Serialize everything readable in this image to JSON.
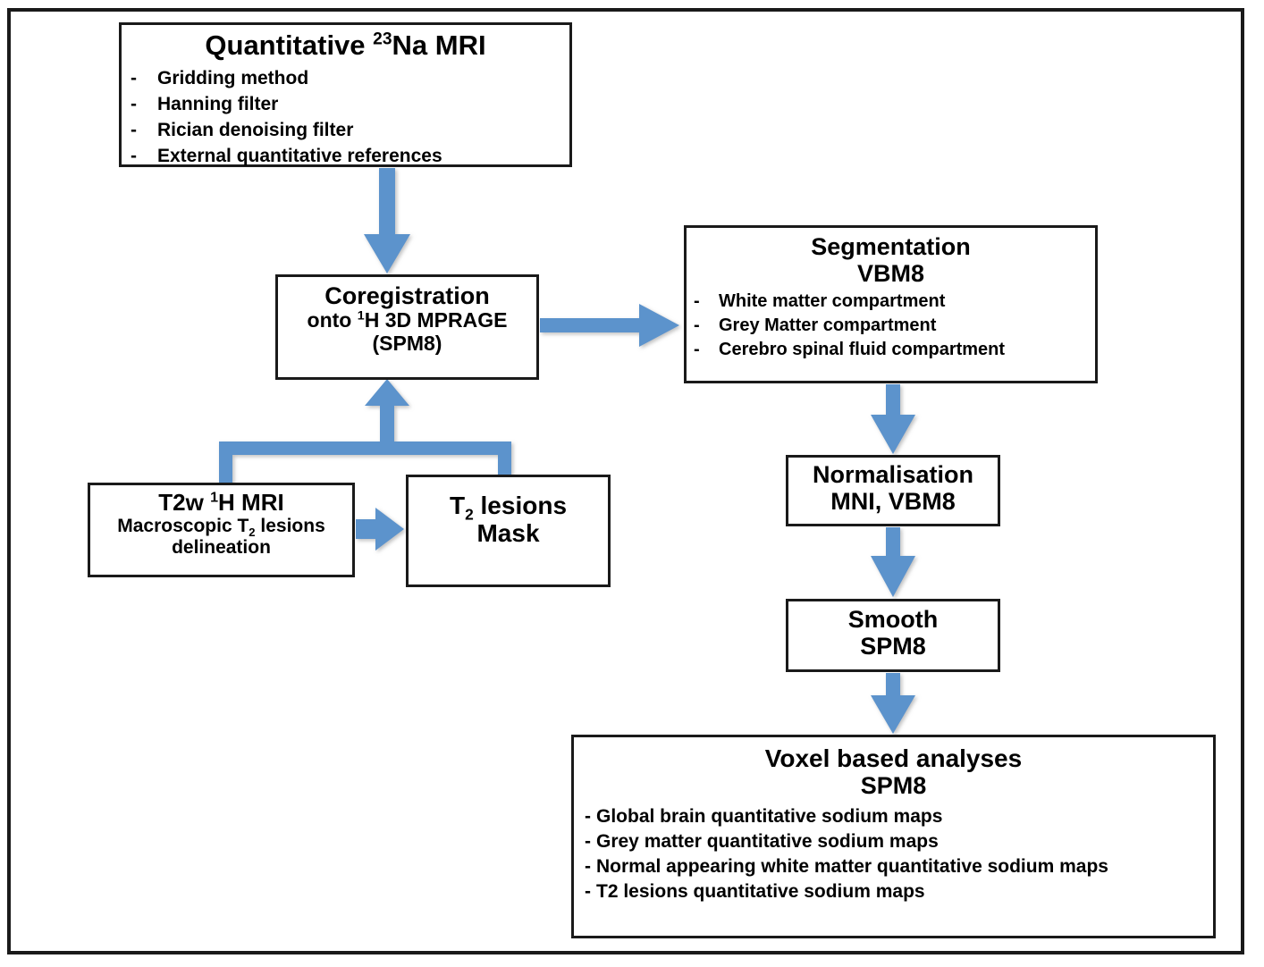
{
  "diagram": {
    "title": "MRI processing pipeline flowchart",
    "accent_color": "#5b93cc",
    "border_color": "#1a1a1a",
    "background_color": "#ffffff"
  },
  "nodes": {
    "quantitative": {
      "title_pre": "Quantitative ",
      "title_sup": "23",
      "title_post": "Na MRI",
      "bullets": [
        "Gridding method",
        "Hanning filter",
        "Rician denoising filter",
        "External quantitative references"
      ],
      "dash": "-"
    },
    "coregistration": {
      "title": "Coregistration",
      "line2_pre": "onto ",
      "line2_sup": "1",
      "line2_post": "H 3D MPRAGE",
      "line3": "(SPM8)"
    },
    "segmentation": {
      "title": "Segmentation",
      "subtitle": "VBM8",
      "bullets": [
        "White matter compartment",
        "Grey Matter compartment",
        "Cerebro spinal fluid compartment"
      ],
      "dash": "-"
    },
    "t2w_mri": {
      "title_pre": "T2w ",
      "title_sup": "1",
      "title_post": "H MRI",
      "line2_pre": "Macroscopic T",
      "line2_sub": "2",
      "line2_post": " lesions",
      "line3": "delineation"
    },
    "t2_mask": {
      "line1_pre": "T",
      "line1_sub": "2",
      "line1_post": " lesions",
      "line2": "Mask"
    },
    "normalisation": {
      "title": "Normalisation",
      "subtitle": "MNI, VBM8"
    },
    "smooth": {
      "title": "Smooth",
      "subtitle": "SPM8"
    },
    "voxel_analyses": {
      "title": "Voxel based analyses",
      "subtitle": "SPM8",
      "bullets": [
        "Global brain quantitative sodium maps",
        "Grey matter quantitative sodium maps",
        "Normal appearing white matter quantitative sodium maps",
        "T2 lesions quantitative sodium maps"
      ],
      "dash": "-"
    }
  },
  "edges": [
    {
      "from": "quantitative",
      "to": "coregistration",
      "direction": "down"
    },
    {
      "from": "coregistration",
      "to": "segmentation",
      "direction": "right"
    },
    {
      "from": "t2w_mri",
      "to": "t2_mask",
      "direction": "right"
    },
    {
      "from": "t2w_mri_and_t2_mask",
      "to": "coregistration",
      "direction": "up-bracket"
    },
    {
      "from": "segmentation",
      "to": "normalisation",
      "direction": "down"
    },
    {
      "from": "normalisation",
      "to": "smooth",
      "direction": "down"
    },
    {
      "from": "smooth",
      "to": "voxel_analyses",
      "direction": "down"
    }
  ]
}
